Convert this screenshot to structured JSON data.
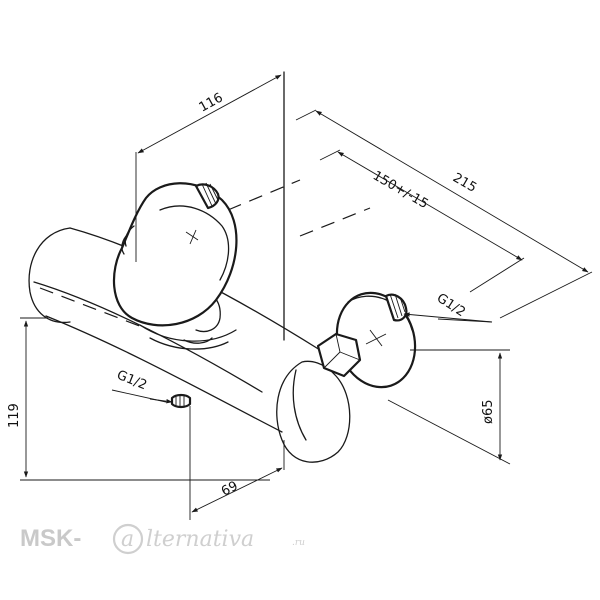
{
  "dimensions": {
    "width_116": "116",
    "length_215": "215",
    "spacing": "150+/-15",
    "thread_right": "G1/2",
    "thread_bottom": "G1/2",
    "height_119": "119",
    "diameter": "ø65",
    "offset_69": "69"
  },
  "watermark": {
    "brand": "MSK-",
    "script": "lternativa",
    "domain": ".ru"
  },
  "colors": {
    "line": "#1a1a1a",
    "watermark": "#c9c9c9",
    "background": "#ffffff"
  }
}
